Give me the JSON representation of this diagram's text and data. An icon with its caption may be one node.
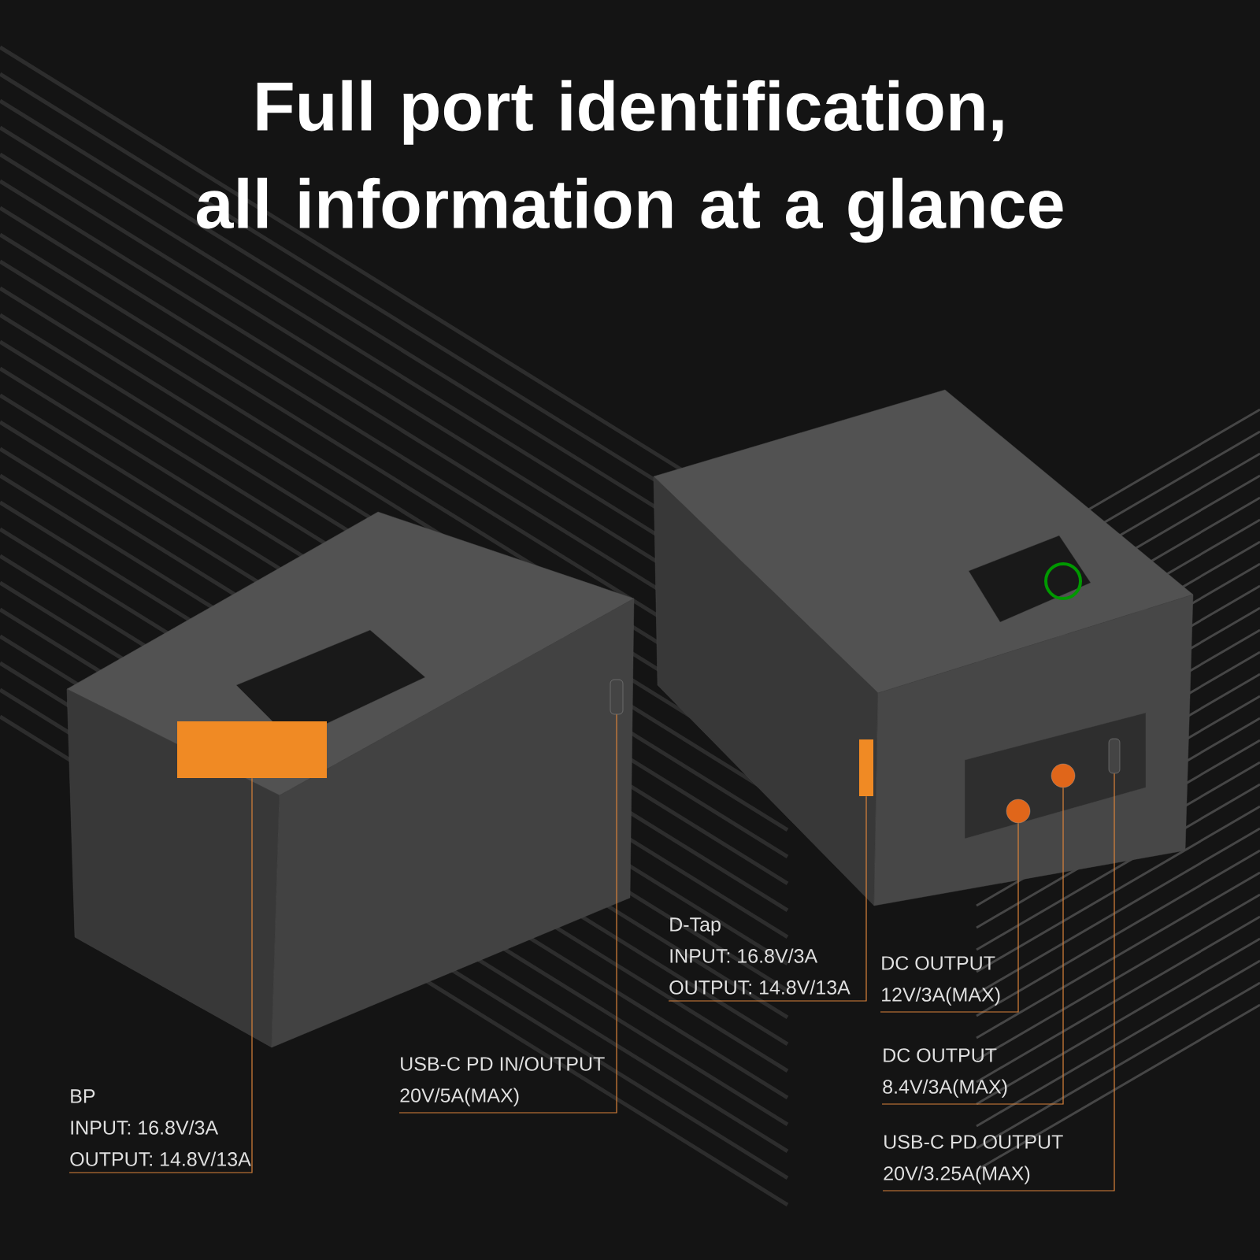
{
  "diagram": {
    "title": "Full port identification, all information at a glance",
    "nodes": [
      {
        "text": [
          "BP",
          "INPUT: 16.8V/3A",
          "OUTPUT: 14.8V/13A"
        ]
      },
      {
        "text": [
          "USB-C PD IN/OUTPUT",
          "20V/5A(MAX)"
        ]
      },
      {
        "text": [
          "D-Tap",
          "INPUT: 16.8V/3A",
          "OUTPUT: 14.8V/13A"
        ]
      },
      {
        "text": [
          "DC OUTPUT",
          "12V/3A(MAX)"
        ]
      },
      {
        "text": [
          "DC OUTPUT",
          "8.4V/3A(MAX)"
        ]
      },
      {
        "text": [
          "USB-C PD OUTPUT",
          "20V/3.25A(MAX)"
        ]
      },
      {
        "text": [],
        "shape": "box"
      },
      {
        "text": [],
        "shape": "box"
      },
      {
        "text": [],
        "shape": "box"
      },
      {
        "text": [],
        "shape": "circle"
      },
      {
        "text": [],
        "shape": "circle"
      },
      {
        "text": [],
        "shape": "box"
      }
    ],
    "edges": [
      {
        "from": 0,
        "to": 6,
        "arrow": "none"
      },
      {
        "from": 1,
        "to": 7,
        "arrow": "none"
      },
      {
        "from": 2,
        "to": 8,
        "arrow": "none"
      },
      {
        "from": 3,
        "to": 9,
        "arrow": "none"
      },
      {
        "from": 4,
        "to": 10,
        "arrow": "none"
      },
      {
        "from": 5,
        "to": 11,
        "arrow": "none"
      }
    ]
  }
}
